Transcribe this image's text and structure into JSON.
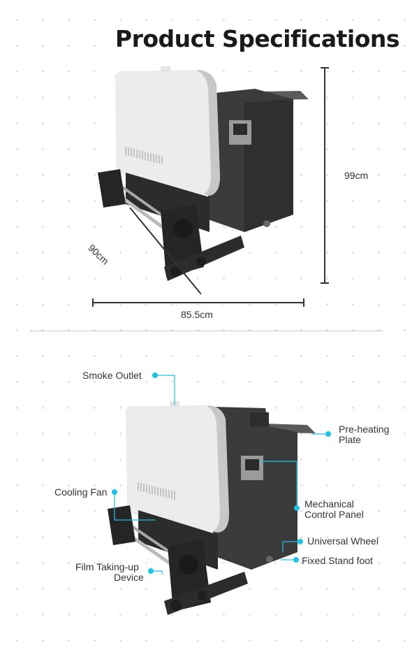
{
  "title": "Product Specifications",
  "dimensions": {
    "height": "99cm",
    "depth": "90cm",
    "width": "85.5cm"
  },
  "callouts": {
    "smoke_outlet": "Smoke Outlet",
    "preheating_plate_line1": "Pre-heating",
    "preheating_plate_line2": "Plate",
    "cooling_fan": "Cooling Fan",
    "control_panel_line1": "Mechanical",
    "control_panel_line2": "Control Panel",
    "universal_wheel": "Universal Wheel",
    "fixed_stand_foot": "Fixed Stand foot",
    "film_device_line1": "Film Taking-up",
    "film_device_line2": "Device"
  },
  "colors": {
    "accent": "#1fc2e6",
    "machine_body": "#3a3a3a",
    "machine_cover": "#eeeeee"
  }
}
